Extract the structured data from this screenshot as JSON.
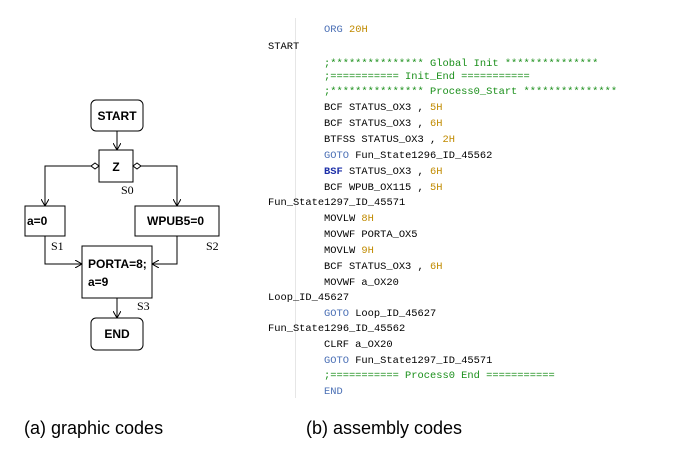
{
  "flowchart": {
    "start": "START",
    "decision": "Z",
    "left_box": "a=0",
    "right_box": "WPUB5=0",
    "merge_box_line1": "PORTA=8;",
    "merge_box_line2": "a=9",
    "end": "END",
    "states": {
      "s0": "S0",
      "s1": "S1",
      "s2": "S2",
      "s3": "S3"
    }
  },
  "code": {
    "org": {
      "op": "ORG",
      "arg": "20H"
    },
    "label_start": "START",
    "c_global_init": ";*************** Global Init ***************",
    "c_init_end": ";=========== Init_End ===========",
    "c_process_start": ";*************** Process0_Start ***************",
    "l1": {
      "op": "BCF STATUS_OX3 , ",
      "n": "5H"
    },
    "l2": {
      "op": "BCF STATUS_OX3 , ",
      "n": "6H"
    },
    "l3": {
      "op": "BTFSS STATUS_OX3 , ",
      "n": "2H"
    },
    "l4": {
      "kw": "GOTO",
      "arg": " Fun_State1296_ID_45562"
    },
    "l5": {
      "kw": "BSF",
      "arg": " STATUS_OX3 , ",
      "n": "6H"
    },
    "l6": {
      "op": "BCF WPUB_OX115 , ",
      "n": "5H"
    },
    "label_f1297": "Fun_State1297_ID_45571",
    "l7": {
      "op": "MOVLW ",
      "n": "8H"
    },
    "l8": {
      "op": "MOVWF PORTA_OX5"
    },
    "l9": {
      "op": "MOVLW ",
      "n": "9H"
    },
    "l10": {
      "op": "BCF STATUS_OX3 , ",
      "n": "6H"
    },
    "l11": {
      "op": "MOVWF a_OX20"
    },
    "label_loop": "Loop_ID_45627",
    "l12": {
      "kw": "GOTO",
      "arg": " Loop_ID_45627"
    },
    "label_f1296": "Fun_State1296_ID_45562",
    "l13": {
      "op": "CLRF a_OX20"
    },
    "l14": {
      "kw": "GOTO",
      "arg": " Fun_State1297_ID_45571"
    },
    "c_process_end": ";=========== Process0 End ===========",
    "end": "END"
  },
  "captions": {
    "left": "(a) graphic codes",
    "right": "(b) assembly codes"
  }
}
